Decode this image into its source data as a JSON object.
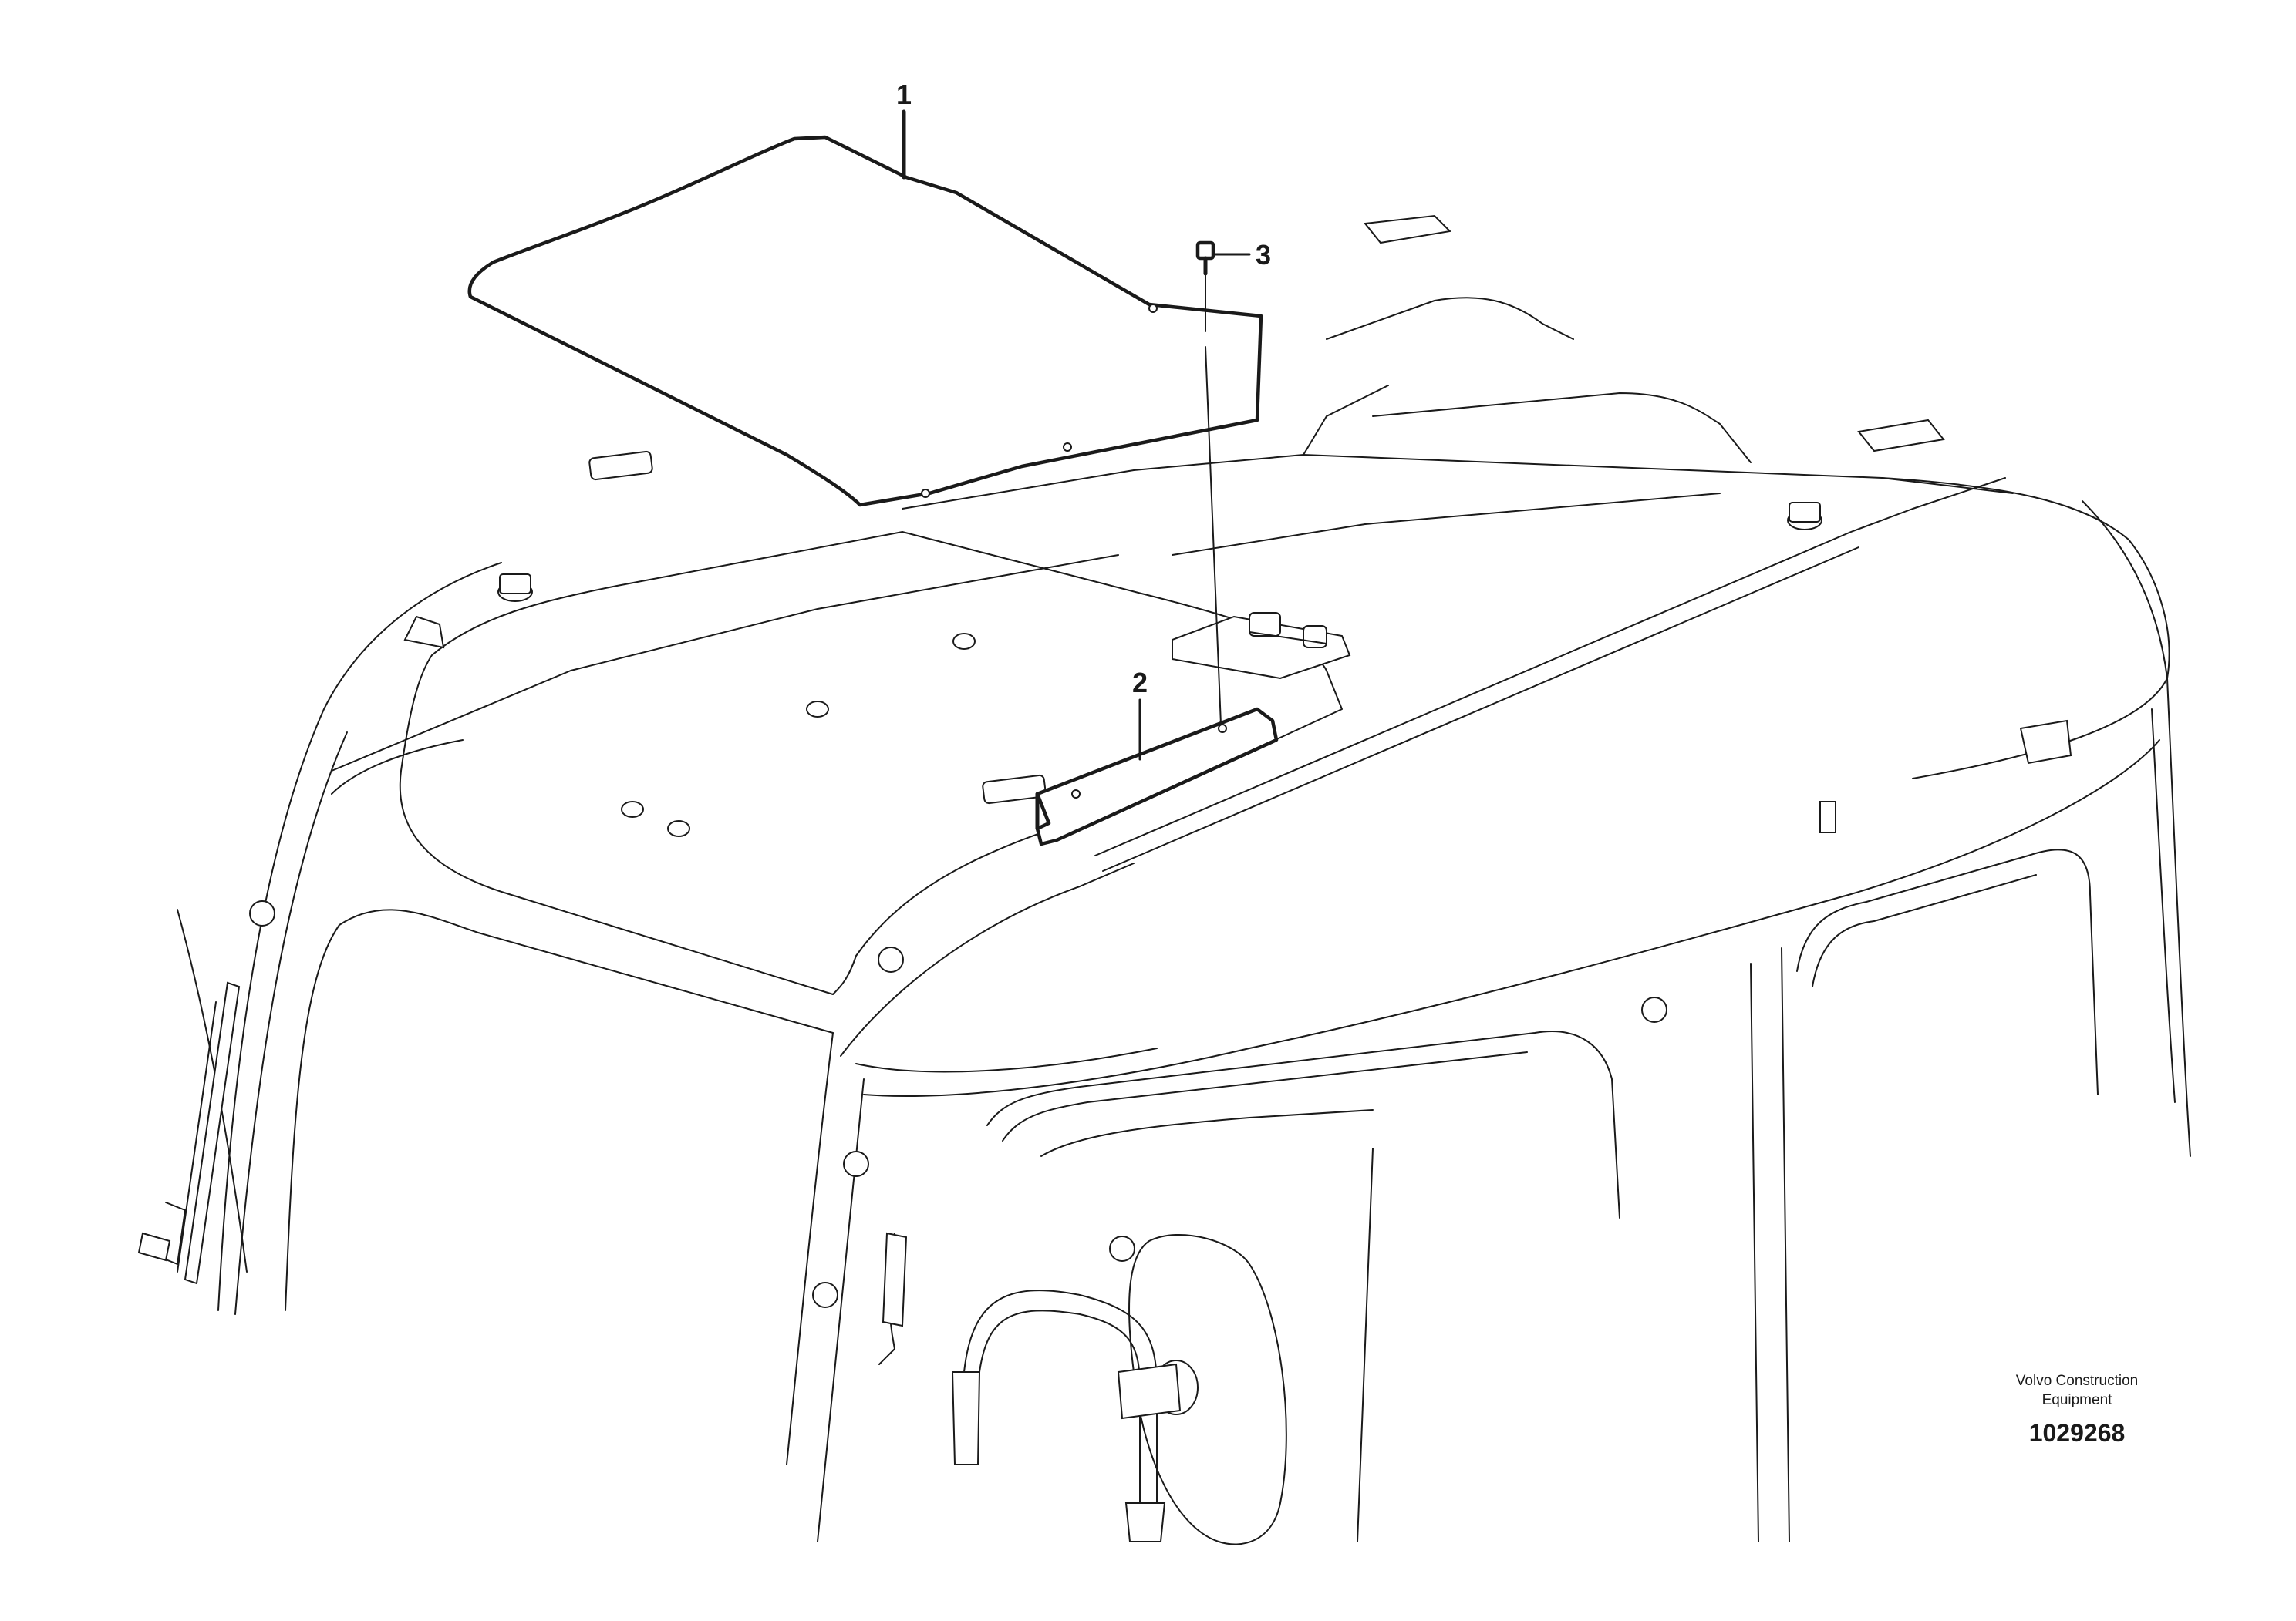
{
  "callouts": [
    {
      "label": "1",
      "part": "roof panel"
    },
    {
      "label": "2",
      "part": "mounting bracket"
    },
    {
      "label": "3",
      "part": "screw"
    }
  ],
  "brand": {
    "line1": "Volvo Construction",
    "line2": "Equipment"
  },
  "figure_number": "1029268"
}
